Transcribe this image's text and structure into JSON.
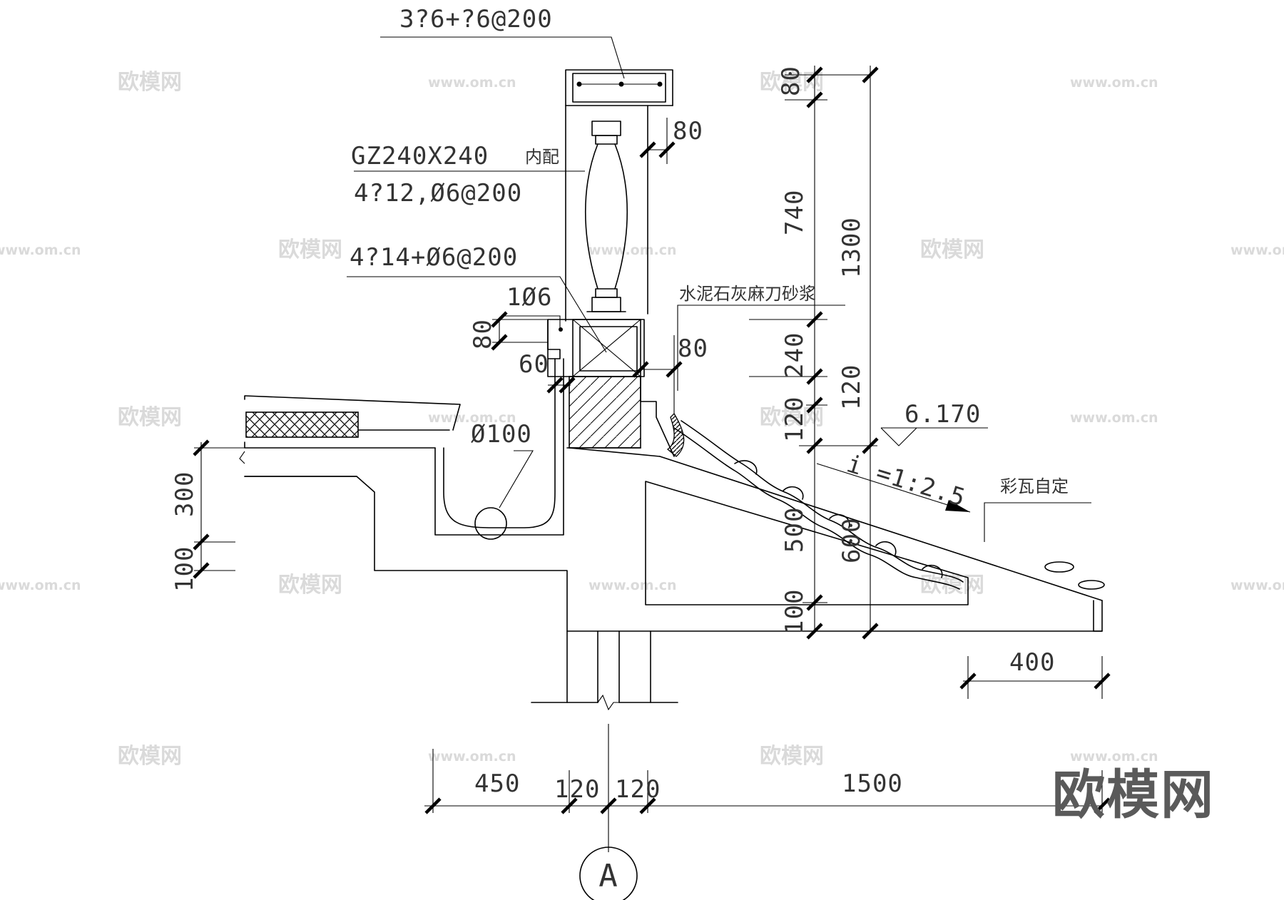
{
  "labels": {
    "rebar_top": "3?6+?6@200",
    "column_spec_line1": "GZ240X240",
    "column_spec_suffix": "内配",
    "column_spec_line2": "4?12,Ø6@200",
    "beam_rebar": "4?14+Ø6@200",
    "bar_1d6": "1Ø6",
    "mortar_note": "水泥石灰麻刀砂浆",
    "drain_pipe": "Ø100",
    "elevation": "6.170",
    "slope": "i =1:2.5",
    "tile_note": "彩瓦自定",
    "axis_label": "A"
  },
  "dimensions": {
    "d80_top_right": "80",
    "d740": "740",
    "d1300": "1300",
    "d80_column": "80",
    "d80_left": "80",
    "d60": "60",
    "d80_beam": "80",
    "d240": "240",
    "d120_right": "120",
    "d120_left": "120",
    "d300": "300",
    "d100_left": "100",
    "d500": "500",
    "d600": "600",
    "d100_bottom": "100",
    "d400": "400",
    "d450": "450",
    "d120_a": "120",
    "d120_b": "120",
    "d1500": "1500"
  },
  "watermark": {
    "brand": "欧模网",
    "url": "www.om.cn"
  }
}
